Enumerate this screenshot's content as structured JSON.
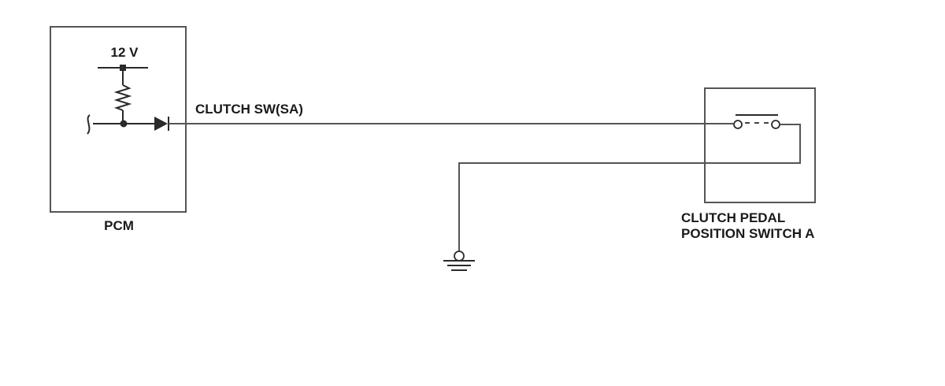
{
  "labels": {
    "voltage": "12 V",
    "signal": "CLUTCH SW(SA)",
    "module": "PCM",
    "switch_line1": "CLUTCH PEDAL",
    "switch_line2": "POSITION SWITCH A"
  },
  "colors": {
    "line": "#555555",
    "text": "#1a1a1a",
    "background": "#ffffff"
  }
}
